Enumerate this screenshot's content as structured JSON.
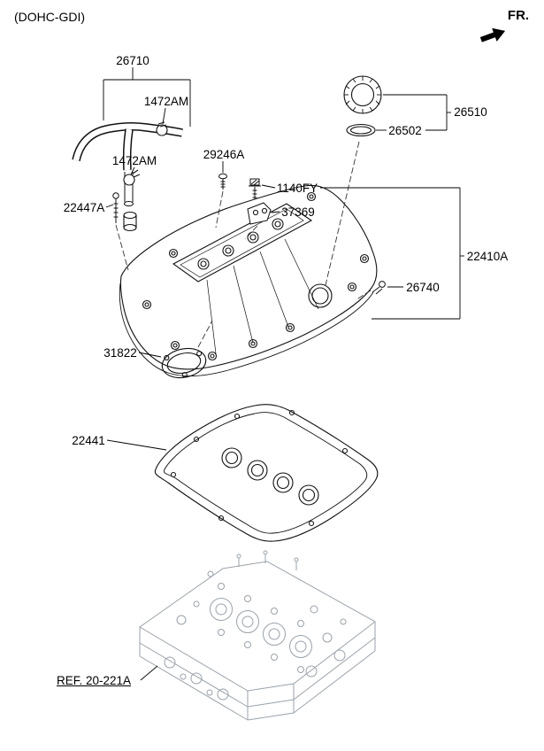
{
  "header": {
    "variant": "(DOHC-GDI)",
    "front": "FR."
  },
  "callouts": {
    "hose": "26710",
    "clamp_upper": "1472AM",
    "clamp_lower": "1472AM",
    "screw": "29246A",
    "stud": "22447A",
    "bolt": "1140FY",
    "bracket": "37369",
    "filler_cap": "26510",
    "cap_gasket": "26502",
    "rocker_cover": "22410A",
    "vent_valve": "26740",
    "chamber_gasket": "31822",
    "cover_gasket": "22441"
  },
  "reference": {
    "cylinder_head": "REF. 20-221A"
  }
}
